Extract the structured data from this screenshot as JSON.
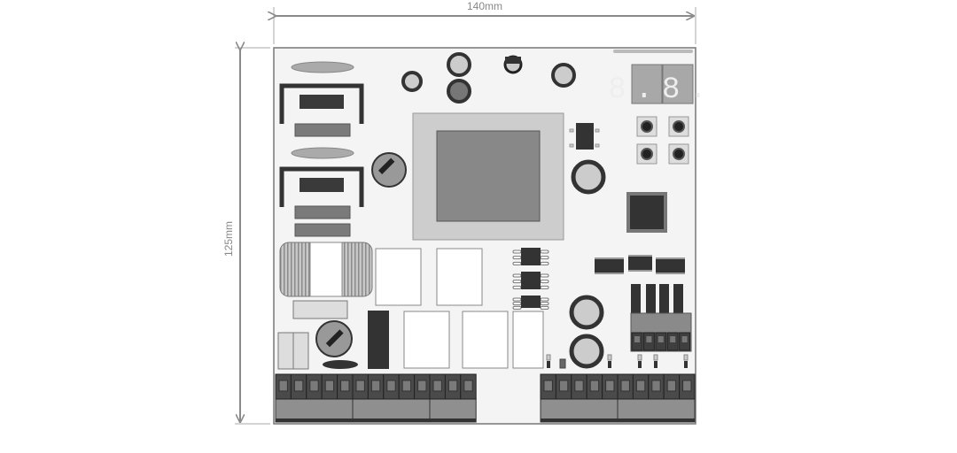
{
  "dimensions": {
    "width_label": "140mm",
    "height_label": "125mm"
  },
  "display": {
    "digits": "8.8."
  },
  "colors": {
    "board": "#f4f4f4",
    "outline": "#777777",
    "dark": "#3a3a3a",
    "mid": "#8a8a8a",
    "light": "#c8c8c8",
    "dim_line": "#8a8a8a"
  },
  "terminals": {
    "left_groups": [
      5,
      5,
      3
    ],
    "right_groups": [
      5,
      5
    ],
    "top_right_block": 5
  },
  "buttons_count": 4
}
